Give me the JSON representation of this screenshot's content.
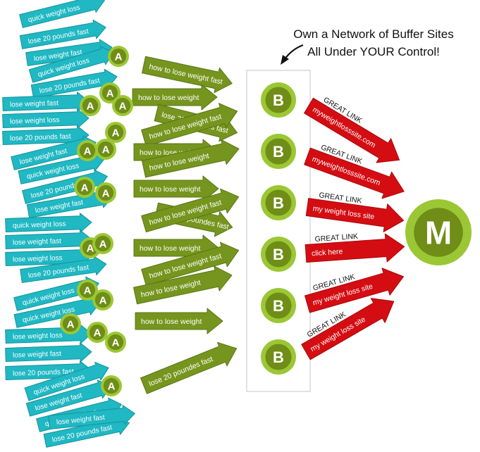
{
  "headline": {
    "line1": "Own a Network of Buffer Sites",
    "line2": "All Under YOUR Control!"
  },
  "colors": {
    "tier1_arrow": "#1fb8c3",
    "tier1_arrow_edge": "#15939c",
    "tier2_arrow": "#76951e",
    "tier2_arrow_edge": "#5a7514",
    "circle_outer": "#9bc734",
    "circle_inner": "#6f8d17",
    "link_arrow": "#d40d12",
    "link_arrow_edge": "#a9080c",
    "buffer_box_border": "#bdbdbd"
  },
  "tier1": {
    "labels": [
      "quick weight loss",
      "lose 20 pounds fast",
      "lose weight fast",
      "quick weight loss",
      "lose 20 pounds fast",
      "lose weight fast",
      "lose weight loss",
      "lose 20 pounds fast",
      "lose weight fast",
      "quick weight loss",
      "lose 20 pounds fast",
      "lose weight fast",
      "quick weight loss",
      "lose weight fast",
      "lose weight loss",
      "lose 20 pounds fast",
      "quick weight loss",
      "quick weight loss",
      "lose weight loss",
      "lose weight fast",
      "lose 20 pounds fast",
      "quick weight loss",
      "lose weight fast",
      "quick weight loss",
      "lose 20 pounds fast",
      "lose weight fast"
    ]
  },
  "tier2": {
    "circle_letter": "A",
    "labels": [
      "how to lose weight fast",
      "how to lose weight",
      "lose 20 poundes fast",
      "how to lose weight fast",
      "how to lose weight",
      "how to lose weight",
      "how to lose weight",
      "lose 20 poundes fast",
      "how to lose weight fast",
      "how to lose weight",
      "how to lose weight fast",
      "how to lose weight",
      "lose 20 poundes fast",
      "how to lose weight"
    ]
  },
  "buffer": {
    "letter": "B",
    "count": 6
  },
  "links": {
    "caption": "GREAT LINK",
    "anchors": [
      "myweightlosssite.com",
      "myweightlosssite.com",
      "my weight loss site",
      "click here",
      "my weight loss site",
      "my weight loss site"
    ]
  },
  "money_site": {
    "letter": "M"
  }
}
